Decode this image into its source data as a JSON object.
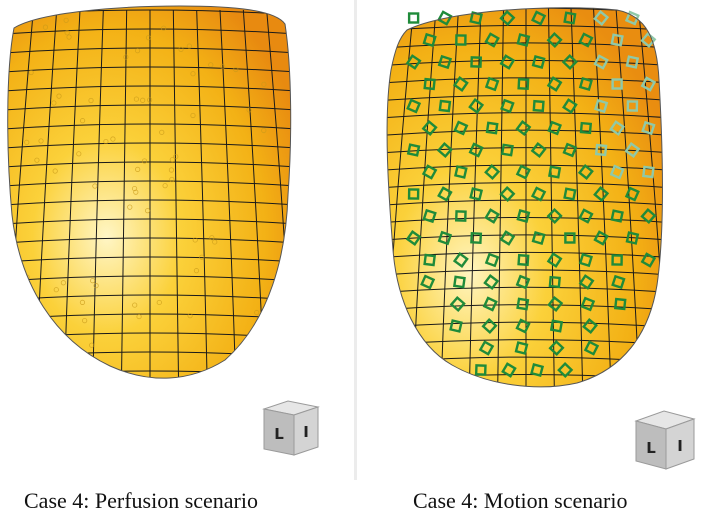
{
  "panels": [
    {
      "caption": "Case 4: Perfusion scenario",
      "orientation_cube": {
        "face_left": "L",
        "face_right": "I"
      }
    },
    {
      "caption": "Case 4: Motion scenario",
      "orientation_cube": {
        "face_left": "L",
        "face_right": "I"
      }
    }
  ],
  "colors": {
    "surface_light": "#fff3b0",
    "surface_mid": "#f7c21a",
    "surface_dark": "#ee9a12",
    "grid_line": "#1a1a1a",
    "marker_dark_green": "#1f8b3a",
    "marker_light_green": "#8fc9a8",
    "cube_face": "#c9c9c9"
  }
}
